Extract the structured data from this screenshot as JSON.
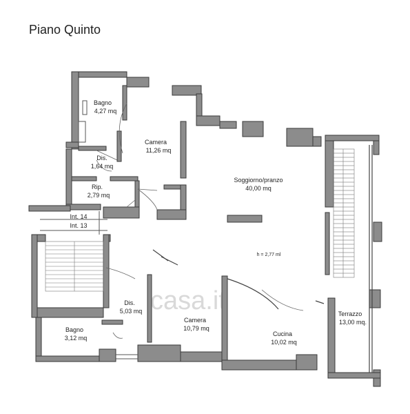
{
  "title": "Piano Quinto",
  "watermark": "casa.it",
  "ceiling_height": "h = 2,77 ml",
  "rooms": [
    {
      "name": "Bagno",
      "area": "4,27 mq"
    },
    {
      "name": "Camera",
      "area": "11,26 mq"
    },
    {
      "name": "Dis.",
      "area": "1,64 mq"
    },
    {
      "name": "Rip.",
      "area": "2,79 mq"
    },
    {
      "name": "Soggiorno/pranzo",
      "area": "40,00 mq"
    },
    {
      "name": "Dis.",
      "area": "5,03 mq"
    },
    {
      "name": "Camera",
      "area": "10,79 mq"
    },
    {
      "name": "Cucina",
      "area": "10,02 mq"
    },
    {
      "name": "Terrazzo",
      "area": "13,00 mq."
    },
    {
      "name": "Bagno",
      "area": "3,12 mq"
    }
  ],
  "landings": [
    "Int. 14",
    "Int. 13"
  ]
}
